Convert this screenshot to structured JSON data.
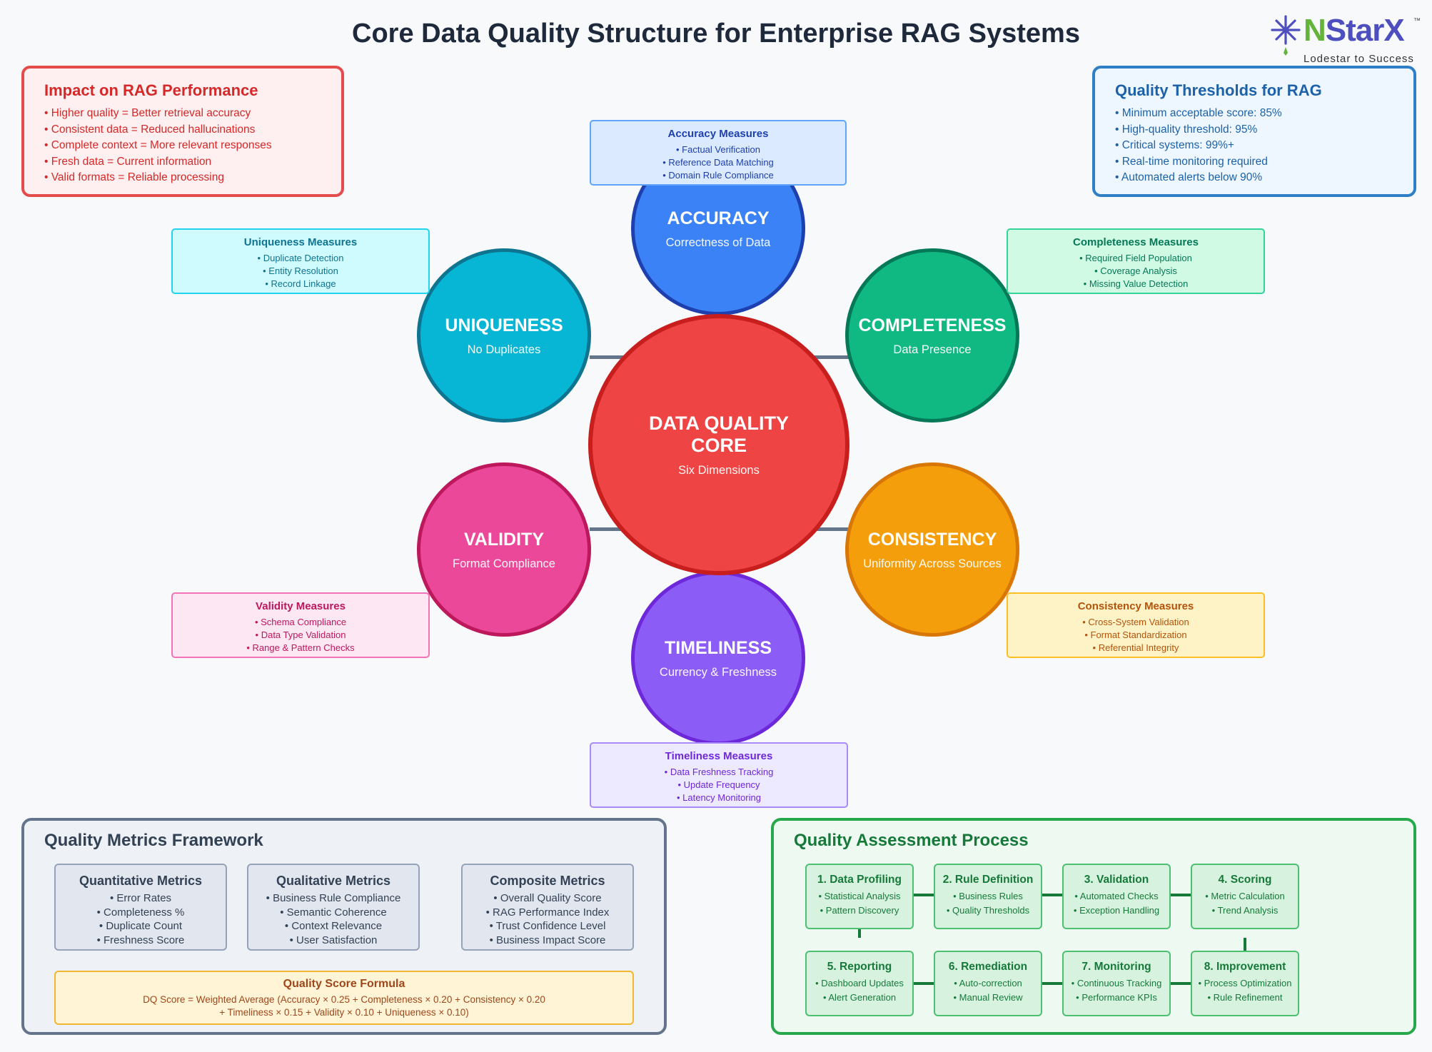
{
  "title": "Core Data Quality Structure for Enterprise RAG Systems",
  "logo": {
    "name_n": "N",
    "name_rest": "StarX",
    "tm": "™",
    "tagline": "Lodestar to Success"
  },
  "impact": {
    "title": "Impact on RAG Performance",
    "items": [
      "• Higher quality = Better retrieval accuracy",
      "• Consistent data = Reduced hallucinations",
      "• Complete context = More relevant responses",
      "• Fresh data = Current information",
      "• Valid formats = Reliable processing"
    ]
  },
  "thresholds": {
    "title": "Quality Thresholds for RAG",
    "items": [
      "• Minimum acceptable score: 85%",
      "• High-quality threshold: 95%",
      "• Critical systems: 99%+",
      "• Real-time monitoring required",
      "• Automated alerts below 90%"
    ]
  },
  "core": {
    "title_line1": "DATA QUALITY",
    "title_line2": "CORE",
    "subtitle": "Six Dimensions",
    "color": "#ef4444"
  },
  "dimensions": {
    "accuracy": {
      "title": "ACCURACY",
      "subtitle": "Correctness of Data",
      "color": "#3b82f6"
    },
    "completeness": {
      "title": "COMPLETENESS",
      "subtitle": "Data Presence",
      "color": "#10b981"
    },
    "consistency": {
      "title": "CONSISTENCY",
      "subtitle": "Uniformity Across Sources",
      "color": "#f59e0b"
    },
    "timeliness": {
      "title": "TIMELINESS",
      "subtitle": "Currency & Freshness",
      "color": "#8b5cf6"
    },
    "validity": {
      "title": "VALIDITY",
      "subtitle": "Format Compliance",
      "color": "#ec4899"
    },
    "uniqueness": {
      "title": "UNIQUENESS",
      "subtitle": "No Duplicates",
      "color": "#06b6d4"
    }
  },
  "measures": {
    "accuracy": {
      "title": "Accuracy Measures",
      "items": [
        "• Factual Verification",
        "• Reference Data Matching",
        "• Domain Rule Compliance"
      ]
    },
    "completeness": {
      "title": "Completeness Measures",
      "items": [
        "• Required Field Population",
        "• Coverage Analysis",
        "• Missing Value Detection"
      ]
    },
    "consistency": {
      "title": "Consistency Measures",
      "items": [
        "• Cross-System Validation",
        "• Format Standardization",
        "• Referential Integrity"
      ]
    },
    "timeliness": {
      "title": "Timeliness Measures",
      "items": [
        "• Data Freshness Tracking",
        "• Update Frequency",
        "• Latency Monitoring"
      ]
    },
    "validity": {
      "title": "Validity Measures",
      "items": [
        "• Schema Compliance",
        "• Data Type Validation",
        "• Range & Pattern Checks"
      ]
    },
    "uniqueness": {
      "title": "Uniqueness Measures",
      "items": [
        "• Duplicate Detection",
        "• Entity Resolution",
        "• Record Linkage"
      ]
    }
  },
  "metrics": {
    "title": "Quality Metrics Framework",
    "cards": [
      {
        "title": "Quantitative Metrics",
        "items": [
          "• Error Rates",
          "• Completeness %",
          "• Duplicate Count",
          "• Freshness Score"
        ]
      },
      {
        "title": "Qualitative Metrics",
        "items": [
          "• Business Rule Compliance",
          "• Semantic Coherence",
          "• Context Relevance",
          "• User Satisfaction"
        ]
      },
      {
        "title": "Composite Metrics",
        "items": [
          "• Overall Quality Score",
          "• RAG Performance Index",
          "• Trust Confidence Level",
          "• Business Impact Score"
        ]
      }
    ],
    "formula": {
      "title": "Quality Score Formula",
      "line1": "DQ Score = Weighted Average (Accuracy × 0.25 + Completeness × 0.20 + Consistency × 0.20",
      "line2": "+ Timeliness × 0.15 + Validity × 0.10 + Uniqueness × 0.10)"
    }
  },
  "process": {
    "title": "Quality Assessment Process",
    "steps": [
      {
        "title": "1. Data Profiling",
        "items": [
          "• Statistical Analysis",
          "• Pattern Discovery"
        ]
      },
      {
        "title": "2. Rule Definition",
        "items": [
          "• Business Rules",
          "• Quality Thresholds"
        ]
      },
      {
        "title": "3. Validation",
        "items": [
          "• Automated Checks",
          "• Exception Handling"
        ]
      },
      {
        "title": "4. Scoring",
        "items": [
          "• Metric Calculation",
          "• Trend Analysis"
        ]
      },
      {
        "title": "5. Reporting",
        "items": [
          "• Dashboard Updates",
          "• Alert Generation"
        ]
      },
      {
        "title": "6. Remediation",
        "items": [
          "• Auto-correction",
          "• Manual Review"
        ]
      },
      {
        "title": "7. Monitoring",
        "items": [
          "• Continuous Tracking",
          "• Performance KPIs"
        ]
      },
      {
        "title": "8. Improvement",
        "items": [
          "• Process Optimization",
          "• Rule Refinement"
        ]
      }
    ]
  }
}
